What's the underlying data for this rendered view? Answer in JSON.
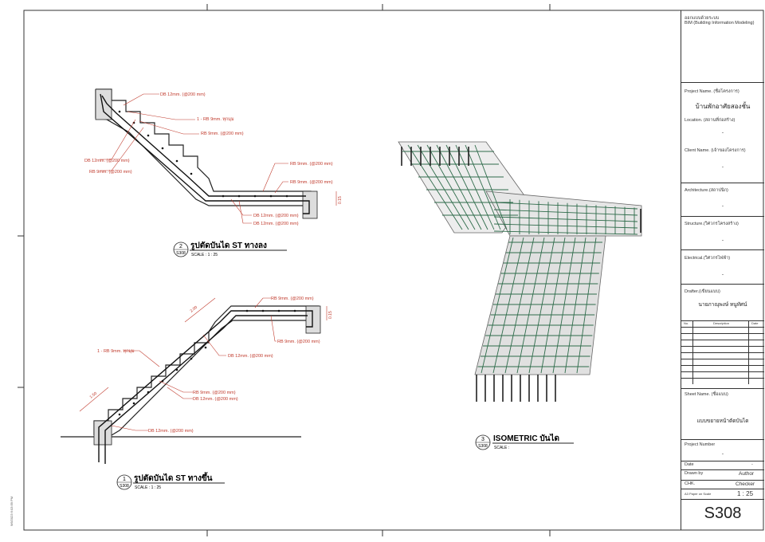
{
  "title_block": {
    "company_th": "ออกแบบด้วยระบบ",
    "company_en": "BIM (Building Information Modeling)",
    "project_label": "Project Name. (ชื่อโครงการ)",
    "project_value": "บ้านพักอาศัยสองชั้น",
    "location_label": "Location. (สถานที่ก่อสร้าง)",
    "location_value": "-",
    "client_label": "Client Name. (เจ้าของโครงการ)",
    "client_value": "-",
    "architecture_label": "Architecture.(สถาปนิก)",
    "architecture_value": "-",
    "structure_label": "Structure.(วิศวกรโครงสร้าง)",
    "structure_value": "-",
    "electrical_label": "Electrical.(วิศวกรไฟฟ้า)",
    "electrical_value": "-",
    "drafter_label": "Drafter.(เขียนแบบ)",
    "drafter_value": "นายภาณุพงษ์  หนูทัศน์",
    "rev_headers": [
      "No.",
      "Description",
      "Date"
    ],
    "sheet_name_label": "Sheet Name. (ชื่อแบบ)",
    "sheet_name_value": "แบบขยายหน้าตัดบันได",
    "project_number_label": "Project Number",
    "project_number_value": "-",
    "date_label": "Date",
    "date_value": "-",
    "drawn_label": "Drawn by",
    "drawn_value": "Author",
    "chk_label": "CHK.",
    "chk_value": "Checker",
    "paper_label": "A3 Paper on Scale",
    "scale_value": "1 : 25",
    "sheet_number": "S308"
  },
  "side_stamp": "9/6/2023 6:03:59 PM",
  "views": [
    {
      "number": "2",
      "sheet": "S308",
      "title": "รูปตัดบันได ST ทางลง",
      "scale": "SCALE :  1 : 25"
    },
    {
      "number": "1",
      "sheet": "S308",
      "title": "รูปตัดบันได ST ทางขึ้น",
      "scale": "SCALE :  1 : 25"
    },
    {
      "number": "3",
      "sheet": "S308",
      "title": "ISOMETRIC บันได",
      "scale": "SCALE :"
    }
  ],
  "annotations_down": [
    "DB 12mm. (@200 mm)",
    "1 - RB 9mm. ทุกมุม",
    "RB 9mm. (@200 mm)",
    "DB 12mm. (@200 mm)",
    "RB 9mm. (@200 mm)",
    "RB 9mm. (@200 mm)",
    "RB 9mm. (@200 mm)",
    "DB 12mm. (@200 mm)",
    "DB 12mm. (@200 mm)"
  ],
  "annotations_up": [
    "RB 9mm. (@200 mm)",
    "RB 9mm. (@200 mm)",
    "1 - RB 9mm. ทุกมุม",
    "DB 12mm. (@200 mm)",
    "RB 9mm. (@200 mm)",
    "DB 12mm. (@200 mm)",
    "DB 12mm. (@200 mm)"
  ],
  "dims": {
    "d1": "0.15",
    "d2": "0.15",
    "d3": "2.00",
    "d4": "1.50"
  },
  "colors": {
    "line": "#222222",
    "rebar": "#c0392b",
    "concrete": "#9a9a9a",
    "steel": "#2e6b4a",
    "grid": "#444444"
  }
}
